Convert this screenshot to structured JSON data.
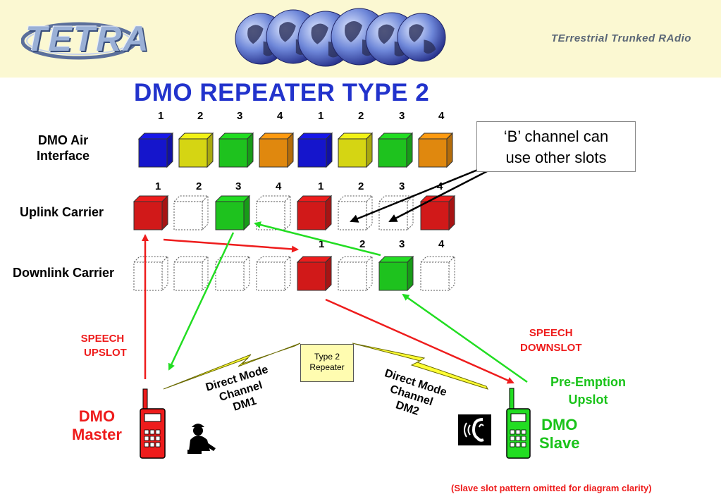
{
  "header": {
    "logo_text": "TETRA",
    "tagline": "TErrestrial Trunked RAdio",
    "globe_icon": "globe-icon"
  },
  "title": "DMO REPEATER TYPE 2",
  "colors": {
    "title": "#2233cc",
    "blue": "#1818e8",
    "yellow": "#f2f216",
    "green": "#22dd22",
    "orange": "#ff9a10",
    "red": "#ee1c1c"
  },
  "rows": {
    "air": {
      "label_line1": "DMO Air",
      "label_line2": "Interface",
      "slot_numbers": [
        "1",
        "2",
        "3",
        "4",
        "1",
        "2",
        "3",
        "4"
      ],
      "slots": [
        "blue",
        "yellow",
        "green",
        "orange",
        "blue",
        "yellow",
        "green",
        "orange"
      ]
    },
    "uplink": {
      "label": "Uplink Carrier",
      "slot_numbers": [
        "1",
        "2",
        "3",
        "4",
        "1",
        "2",
        "3",
        "4"
      ],
      "slots": [
        "red",
        "empty",
        "green",
        "empty",
        "red",
        "empty",
        "empty",
        "red"
      ]
    },
    "downlink": {
      "label": "Downlink Carrier",
      "slot_numbers": [
        "1",
        "2",
        "3",
        "4"
      ],
      "slots": [
        "empty",
        "empty",
        "empty",
        "empty",
        "red",
        "empty",
        "green",
        "empty"
      ]
    }
  },
  "callout": {
    "line1": "‘B’ channel can",
    "line2": "use other slots"
  },
  "labels": {
    "speech_upslot_1": "SPEECH",
    "speech_upslot_2": "UPSLOT",
    "speech_downslot_1": "SPEECH",
    "speech_downslot_2": "DOWNSLOT",
    "preemption_1": "Pre-Emption",
    "preemption_2": "Upslot",
    "repeater_1": "Type 2",
    "repeater_2": "Repeater",
    "dm1": [
      "Direct Mode",
      "Channel",
      "DM1"
    ],
    "dm2": [
      "Direct Mode",
      "Channel",
      "DM2"
    ],
    "master_1": "DMO",
    "master_2": "Master",
    "slave_1": "DMO",
    "slave_2": "Slave"
  },
  "icons": {
    "master_radio": "walkie-talkie-icon",
    "slave_radio": "walkie-talkie-icon",
    "person": "person-speaking-icon",
    "ear": "ear-listening-icon",
    "lightning": "lightning-bolt-icon"
  },
  "footnote": "(Slave slot pattern omitted for diagram clarity)"
}
